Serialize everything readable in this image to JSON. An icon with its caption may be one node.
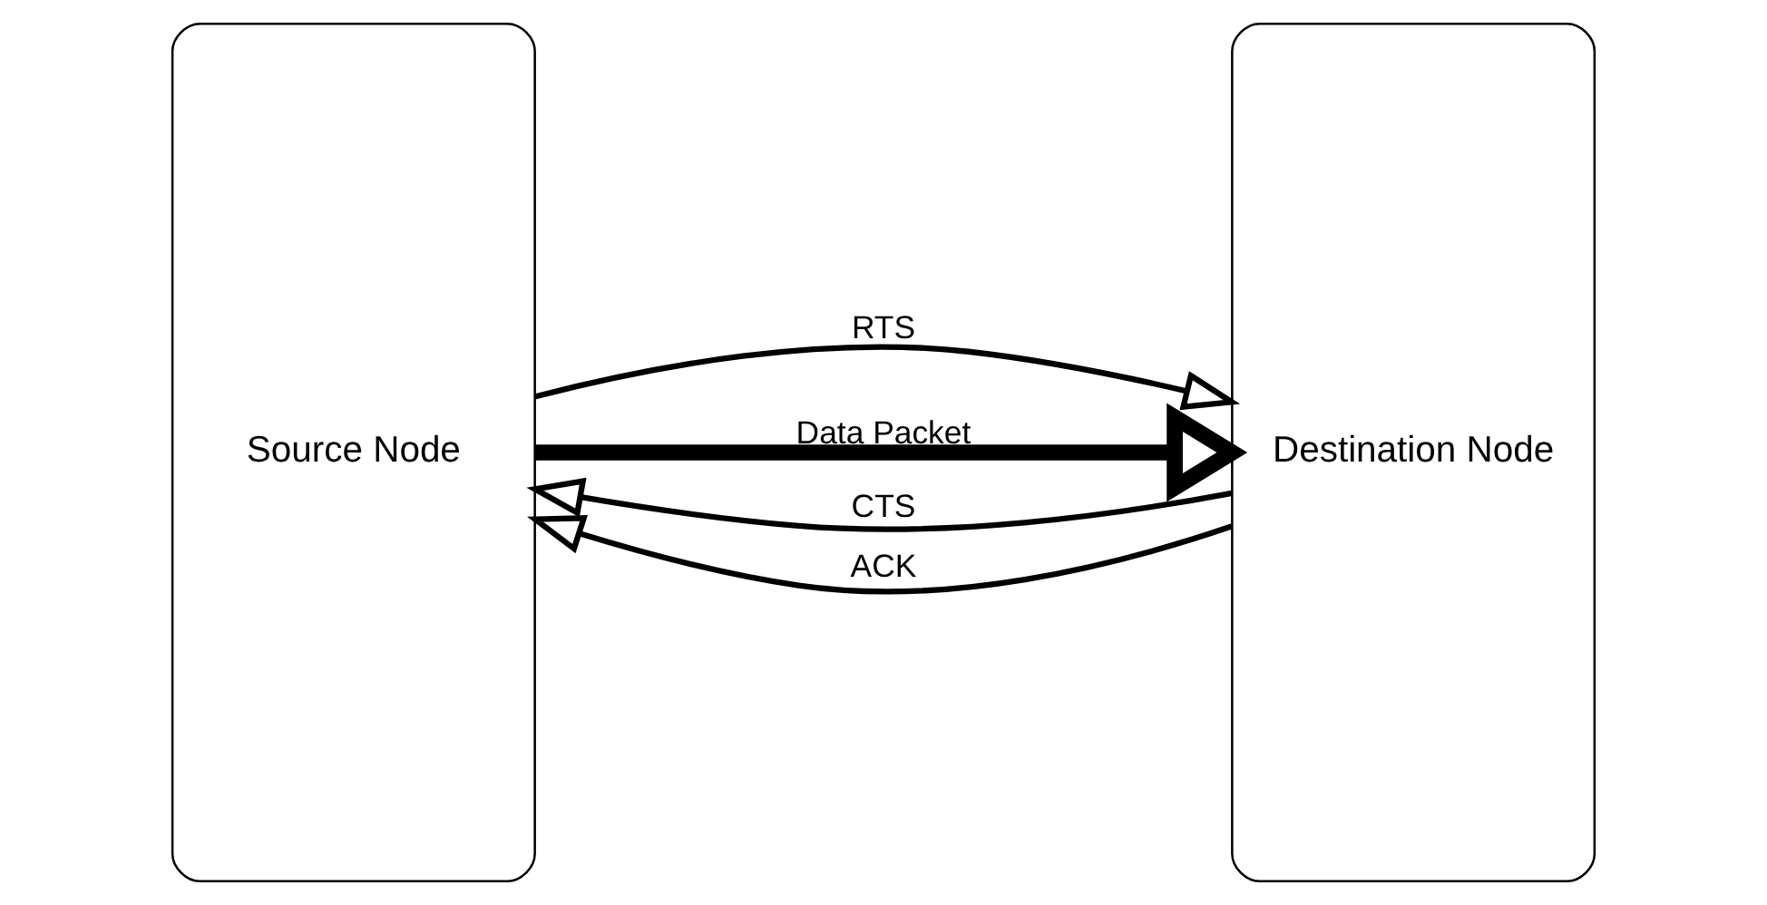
{
  "diagram": {
    "nodes": [
      {
        "text": [
          "Source Node"
        ]
      },
      {
        "text": [
          "Destination Node"
        ]
      }
    ],
    "edges": [
      {
        "from": 0,
        "to": 1,
        "arrow": "to",
        "label": "RTS"
      },
      {
        "from": 1,
        "to": 0,
        "arrow": "to",
        "label": "CTS"
      },
      {
        "from": 0,
        "to": 1,
        "arrow": "to",
        "label": "Data Packet",
        "style": "thick"
      },
      {
        "from": 1,
        "to": 0,
        "arrow": "to",
        "label": "ACK"
      }
    ]
  }
}
